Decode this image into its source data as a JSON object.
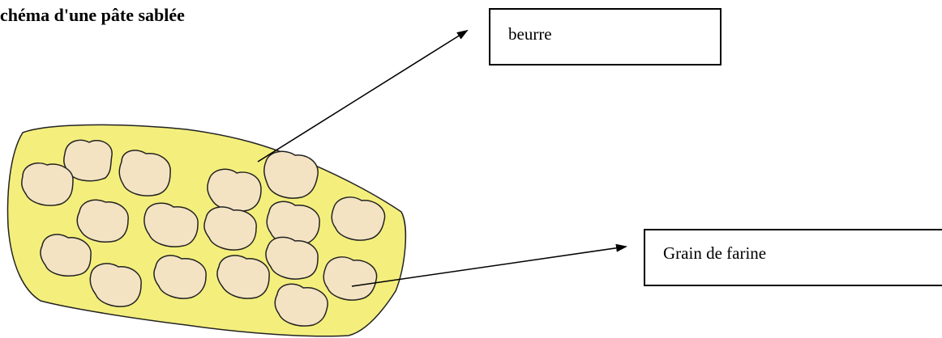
{
  "title": "chéma d'une pâte sablée",
  "labels": {
    "beurre": "beurre",
    "grain": "Grain de farine"
  },
  "colors": {
    "butter": "#f4ef7d",
    "flour_grain": "#f3e3c3",
    "outline": "#222222"
  }
}
